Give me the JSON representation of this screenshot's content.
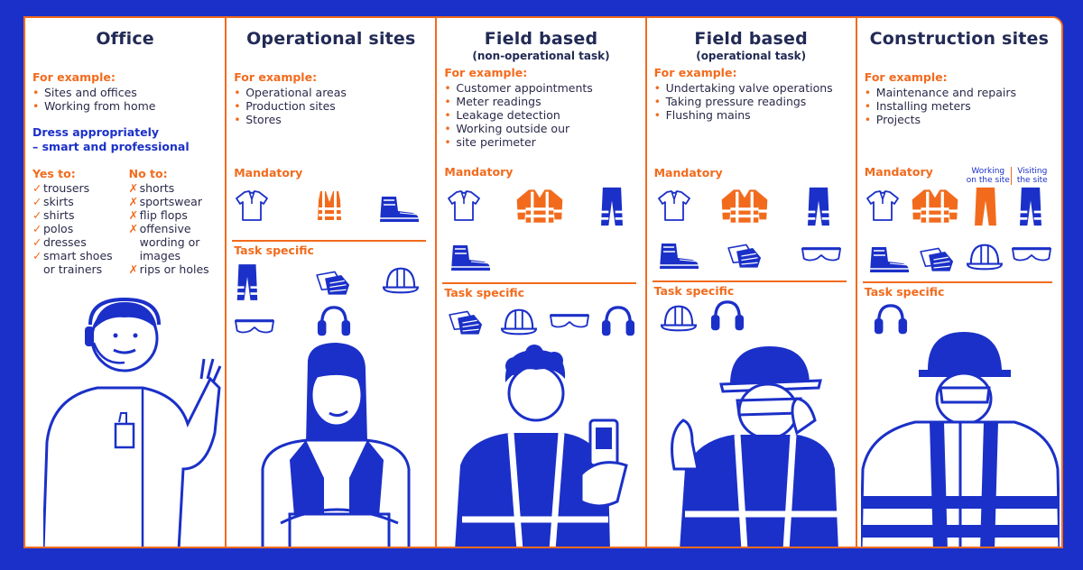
{
  "colors": {
    "blue": "#1b30c8",
    "orange": "#f26b1d",
    "white": "#ffffff"
  },
  "office": {
    "title": "Office",
    "example_label": "For example:",
    "examples": [
      "Sites and offices",
      "Working from home"
    ],
    "dress_line1": "Dress appropriately",
    "dress_line2": "– smart and professional",
    "yes_label": "Yes to:",
    "yes": [
      "trousers",
      "skirts",
      "shirts",
      "polos",
      "dresses",
      "smart shoes",
      "or trainers"
    ],
    "no_label": "No to:",
    "no": [
      "shorts",
      "sportswear",
      "flip flops",
      "offensive",
      "wording or",
      "images",
      "rips or holes"
    ]
  },
  "operational": {
    "title": "Operational sites",
    "example_label": "For example:",
    "examples": [
      "Operational areas",
      "Production sites",
      "Stores"
    ],
    "mandatory_label": "Mandatory",
    "task_label": "Task specific",
    "mandatory_icons": [
      "polo-shirt-icon",
      "hi-vis-vest-icon",
      "safety-boots-icon"
    ],
    "task_icons": [
      "hi-vis-trousers-icon",
      "gloves-icon",
      "hard-hat-icon",
      "safety-glasses-icon",
      "ear-defenders-icon"
    ]
  },
  "field_non_op": {
    "title": "Field based",
    "subtitle": "(non-operational task)",
    "example_label": "For example:",
    "examples": [
      "Customer appointments",
      "Meter readings",
      "Leakage detection",
      "Working outside our",
      "site perimeter"
    ],
    "mandatory_label": "Mandatory",
    "task_label": "Task specific",
    "mandatory_icons": [
      "polo-shirt-icon",
      "hi-vis-jacket-icon",
      "hi-vis-trousers-icon",
      "safety-boots-icon"
    ],
    "task_icons": [
      "gloves-icon",
      "hard-hat-icon",
      "safety-glasses-icon",
      "ear-defenders-icon"
    ]
  },
  "field_op": {
    "title": "Field based",
    "subtitle": "(operational task)",
    "example_label": "For example:",
    "examples": [
      "Undertaking valve operations",
      "Taking pressure readings",
      "Flushing mains"
    ],
    "mandatory_label": "Mandatory",
    "task_label": "Task specific",
    "mandatory_icons": [
      "polo-shirt-icon",
      "hi-vis-jacket-icon",
      "hi-vis-trousers-icon",
      "safety-boots-icon",
      "gloves-icon",
      "safety-glasses-icon"
    ],
    "task_icons": [
      "hard-hat-icon",
      "ear-defenders-icon"
    ]
  },
  "construction": {
    "title": "Construction sites",
    "example_label": "For example:",
    "examples": [
      "Maintenance and repairs",
      "Installing meters",
      "Projects"
    ],
    "mandatory_label": "Mandatory",
    "working_label_1": "Working",
    "working_label_2": "on the site",
    "visiting_label_1": "Visiting",
    "visiting_label_2": "the site",
    "task_label": "Task specific",
    "mandatory_icons": [
      "polo-shirt-icon",
      "hi-vis-jacket-icon",
      "orange-trousers-icon",
      "hi-vis-trousers-icon",
      "safety-boots-icon",
      "gloves-icon",
      "hard-hat-icon",
      "safety-glasses-icon"
    ],
    "task_icons": [
      "ear-defenders-icon"
    ]
  }
}
